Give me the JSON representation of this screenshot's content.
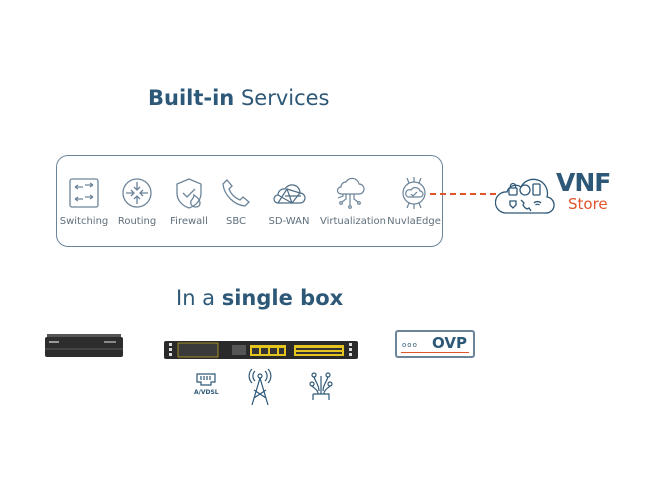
{
  "header": {
    "title_bold": "Built-in",
    "title_rest": " Services"
  },
  "services": [
    {
      "label": "Switching",
      "icon": "switch-icon"
    },
    {
      "label": "Routing",
      "icon": "router-icon"
    },
    {
      "label": "Firewall",
      "icon": "firewall-icon"
    },
    {
      "label": "SBC",
      "icon": "phone-icon"
    },
    {
      "label": "SD-WAN",
      "icon": "mesh-cloud-icon"
    },
    {
      "label": "Virtualization",
      "icon": "cloud-circuit-icon"
    },
    {
      "label": "NuvlaEdge",
      "icon": "edge-cloud-icon"
    }
  ],
  "vnf_store": {
    "title": "VNF",
    "subtitle": "Store"
  },
  "subheader": {
    "prefix": "In a ",
    "bold": "single box"
  },
  "interfaces": {
    "dsl_label": "A/VDSL"
  },
  "ovp": {
    "label": "OVP",
    "dots": "ooo"
  },
  "colors": {
    "primary": "#2e5877",
    "accent": "#e0552a",
    "port": "#e5c51d"
  }
}
